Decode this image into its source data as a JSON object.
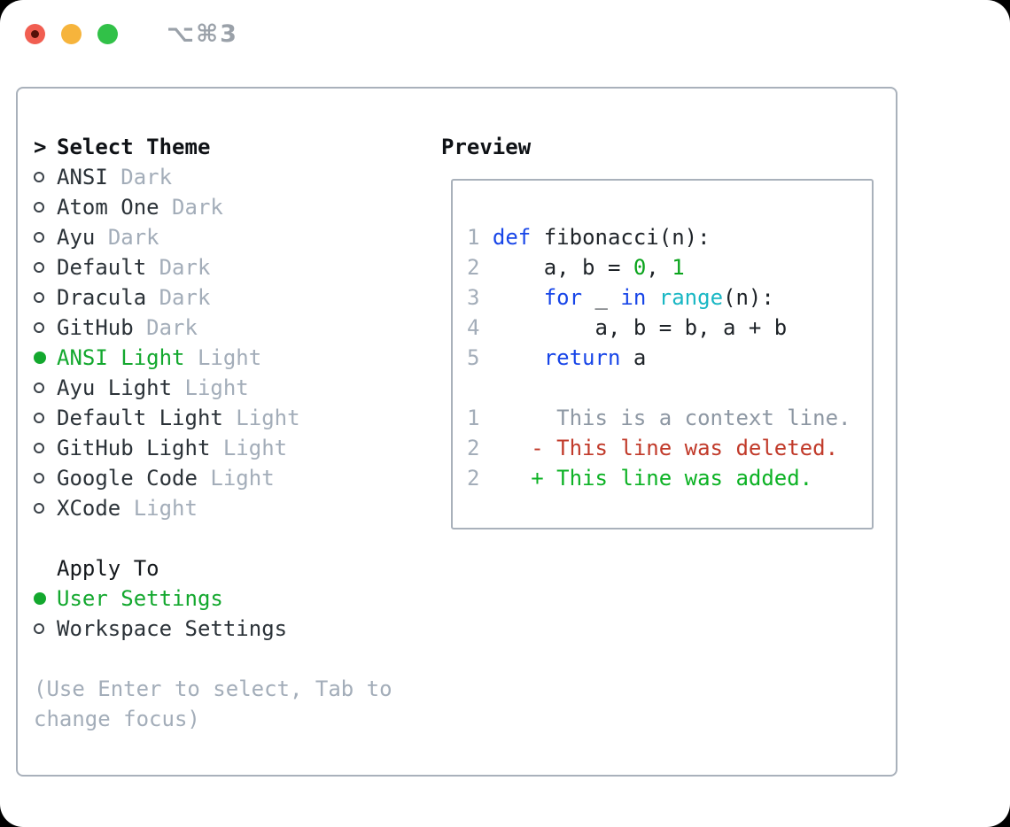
{
  "window": {
    "shortcut": "⌥⌘3"
  },
  "theme_list": {
    "cursor": ">",
    "header": "Select Theme",
    "items": [
      {
        "label": "ANSI",
        "variant": "Dark",
        "selected": false
      },
      {
        "label": "Atom One",
        "variant": "Dark",
        "selected": false
      },
      {
        "label": "Ayu",
        "variant": "Dark",
        "selected": false
      },
      {
        "label": "Default",
        "variant": "Dark",
        "selected": false
      },
      {
        "label": "Dracula",
        "variant": "Dark",
        "selected": false
      },
      {
        "label": "GitHub",
        "variant": "Dark",
        "selected": false
      },
      {
        "label": "ANSI Light",
        "variant": "Light",
        "selected": true
      },
      {
        "label": "Ayu Light",
        "variant": "Light",
        "selected": false
      },
      {
        "label": "Default Light",
        "variant": "Light",
        "selected": false
      },
      {
        "label": "GitHub Light",
        "variant": "Light",
        "selected": false
      },
      {
        "label": "Google Code",
        "variant": "Light",
        "selected": false
      },
      {
        "label": "XCode",
        "variant": "Light",
        "selected": false
      }
    ]
  },
  "apply_to": {
    "header": "Apply To",
    "options": [
      {
        "label": "User Settings",
        "selected": true
      },
      {
        "label": "Workspace Settings",
        "selected": false
      }
    ]
  },
  "help_text": [
    "(Use Enter to select, Tab to",
    "change focus)"
  ],
  "preview": {
    "title": "Preview",
    "lines": [
      {
        "kind": "code",
        "segments": [
          {
            "t": "1",
            "c": "gut"
          },
          {
            "t": " ",
            "c": "fg"
          },
          {
            "t": "def",
            "c": "kw"
          },
          {
            "t": " fibonacci(n):",
            "c": "fg"
          }
        ]
      },
      {
        "kind": "code",
        "segments": [
          {
            "t": "2",
            "c": "gut"
          },
          {
            "t": "     a, b = ",
            "c": "fg"
          },
          {
            "t": "0",
            "c": "num"
          },
          {
            "t": ", ",
            "c": "fg"
          },
          {
            "t": "1",
            "c": "num"
          }
        ]
      },
      {
        "kind": "code",
        "segments": [
          {
            "t": "3",
            "c": "gut"
          },
          {
            "t": "     ",
            "c": "fg"
          },
          {
            "t": "for",
            "c": "kw"
          },
          {
            "t": " _ ",
            "c": "fg"
          },
          {
            "t": "in",
            "c": "kw"
          },
          {
            "t": " ",
            "c": "fg"
          },
          {
            "t": "range",
            "c": "bi"
          },
          {
            "t": "(n):",
            "c": "fg"
          }
        ]
      },
      {
        "kind": "code",
        "segments": [
          {
            "t": "4",
            "c": "gut"
          },
          {
            "t": "         a, b = b, a + b",
            "c": "fg"
          }
        ]
      },
      {
        "kind": "code",
        "segments": [
          {
            "t": "5",
            "c": "gut"
          },
          {
            "t": "     ",
            "c": "fg"
          },
          {
            "t": "return",
            "c": "kw"
          },
          {
            "t": " a",
            "c": "fg"
          }
        ]
      },
      {
        "kind": "blank",
        "segments": []
      },
      {
        "kind": "diff-context",
        "segments": [
          {
            "t": "1",
            "c": "gut"
          },
          {
            "t": "      This is a context line.",
            "c": "ctx"
          }
        ]
      },
      {
        "kind": "diff-deleted",
        "segments": [
          {
            "t": "2",
            "c": "gut"
          },
          {
            "t": "    - This line was deleted.",
            "c": "del"
          }
        ]
      },
      {
        "kind": "diff-added",
        "segments": [
          {
            "t": "2",
            "c": "gut"
          },
          {
            "t": "    + This line was added.",
            "c": "add"
          }
        ]
      }
    ]
  },
  "colors": {
    "selection_green": "#13a82e",
    "keyword_blue": "#1745e8",
    "builtin_cyan": "#19b7c4",
    "number_green": "#0aa41c",
    "deleted_red": "#c13a2a",
    "added_green": "#0cb224",
    "muted_gray": "#a3adb9",
    "panel_border": "#a9b1bb",
    "traffic_red": "#f15e51",
    "traffic_yellow": "#f6b43c",
    "traffic_green": "#31c148"
  }
}
